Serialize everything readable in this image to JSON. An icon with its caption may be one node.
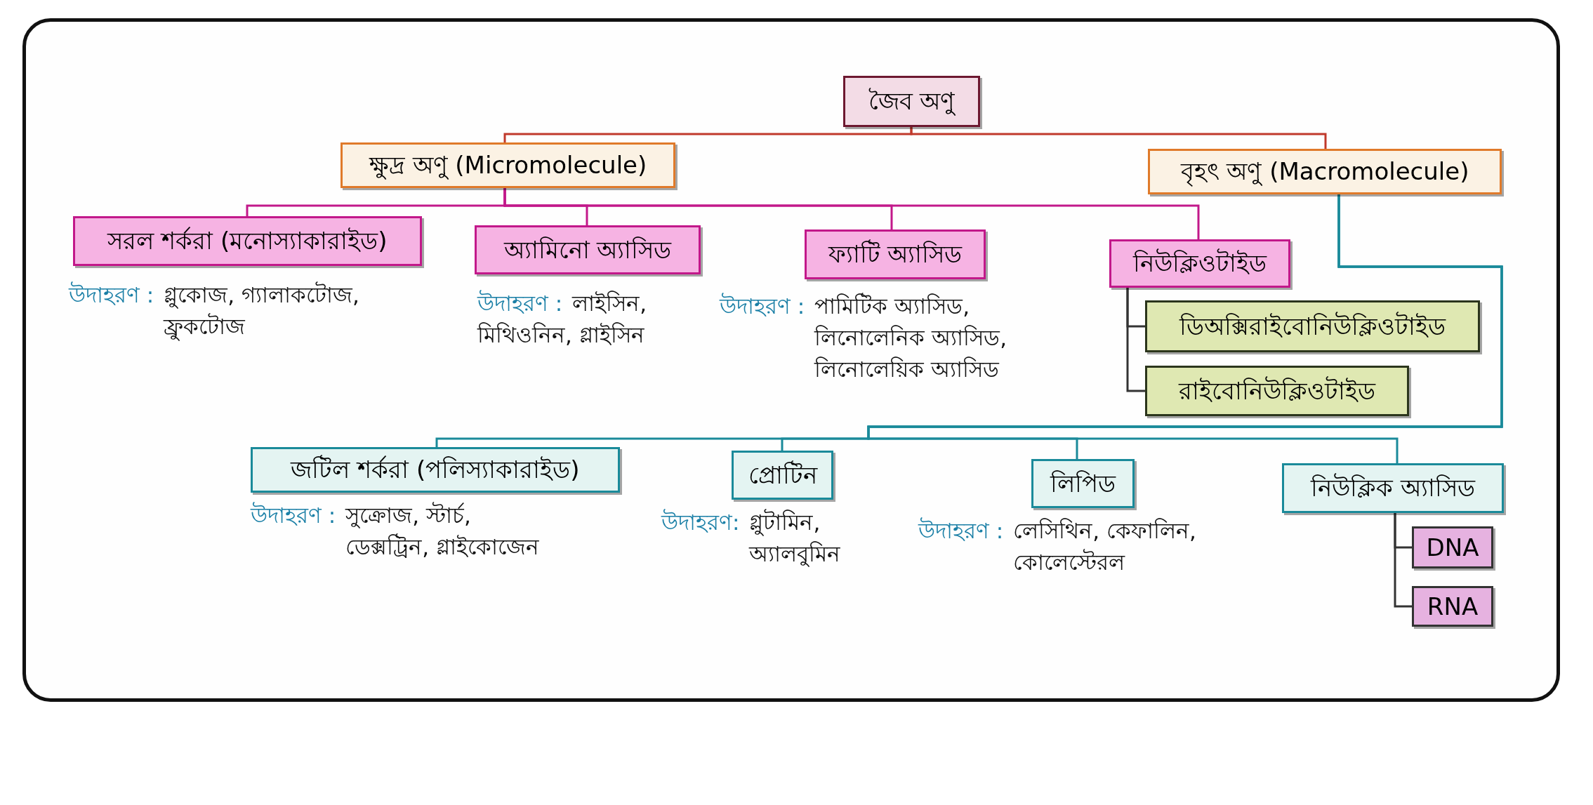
{
  "diagram": {
    "nodes": [
      {
        "text": [
          "জৈব অণু"
        ]
      },
      {
        "text": [
          "ক্ষুদ্র অণু  (Micromolecule)"
        ]
      },
      {
        "text": [
          "বৃহৎ অণু  (Macromolecule)"
        ]
      },
      {
        "text": [
          "সরল শর্করা (মনোস্যাকারাইড)"
        ],
        "beside": [
          "উদাহরণ :",
          "গ্লুকোজ, গ্যালাকটোজ, ফ্রুকটোজ"
        ]
      },
      {
        "text": [
          "অ্যামিনো অ্যাসিড"
        ],
        "beside": [
          "উদাহরণ :",
          "লাইসিন, মিথিওনিন, গ্লাইসিন"
        ]
      },
      {
        "text": [
          "ফ্যাটি অ্যাসিড"
        ],
        "beside": [
          "উদাহরণ :",
          "পামিটিক অ্যাসিড, লিনোলেনিক অ্যাসিড, লিনোলেয়িক অ্যাসিড"
        ]
      },
      {
        "text": [
          "নিউক্লিওটাইড"
        ]
      },
      {
        "text": [
          "ডিঅক্সিরাইবোনিউক্লিওটাইড"
        ]
      },
      {
        "text": [
          "রাইবোনিউক্লিওটাইড"
        ]
      },
      {
        "text": [
          "জটিল শর্করা (পলিস্যাকারাইড)"
        ],
        "beside": [
          "উদাহরণ :",
          "সুক্রোজ, স্টার্চ, ডেক্সট্রিন, গ্লাইকোজেন"
        ]
      },
      {
        "text": [
          "প্রোটিন"
        ],
        "beside": [
          "উদাহরণ:",
          "গ্লুটামিন, অ্যালবুমিন"
        ]
      },
      {
        "text": [
          "লিপিড"
        ],
        "beside": [
          "উদাহরণ :",
          "লেসিথিন, কেফালিন, কোলেস্টেরল"
        ]
      },
      {
        "text": [
          "নিউক্লিক অ্যাসিড"
        ]
      },
      {
        "text": [
          "DNA"
        ]
      },
      {
        "text": [
          "RNA"
        ]
      }
    ],
    "edges": [
      {
        "from": 0,
        "to": 1,
        "arrow": "none",
        "color": "#c0392b"
      },
      {
        "from": 0,
        "to": 2,
        "arrow": "none",
        "color": "#c0392b"
      },
      {
        "from": 1,
        "to": 3,
        "arrow": "none",
        "color": "#c2188a"
      },
      {
        "from": 1,
        "to": 4,
        "arrow": "none",
        "color": "#c2188a"
      },
      {
        "from": 1,
        "to": 5,
        "arrow": "none",
        "color": "#c2188a"
      },
      {
        "from": 1,
        "to": 6,
        "arrow": "none",
        "color": "#c2188a"
      },
      {
        "from": 6,
        "to": 7,
        "arrow": "none",
        "color": "#333333"
      },
      {
        "from": 6,
        "to": 8,
        "arrow": "none",
        "color": "#333333"
      },
      {
        "from": 2,
        "to": 9,
        "arrow": "none",
        "color": "#1a8a9a"
      },
      {
        "from": 2,
        "to": 10,
        "arrow": "none",
        "color": "#1a8a9a"
      },
      {
        "from": 2,
        "to": 11,
        "arrow": "none",
        "color": "#1a8a9a"
      },
      {
        "from": 2,
        "to": 12,
        "arrow": "none",
        "color": "#1a8a9a"
      },
      {
        "from": 12,
        "to": 13,
        "arrow": "none",
        "color": "#333333"
      },
      {
        "from": 12,
        "to": 14,
        "arrow": "none",
        "color": "#333333"
      }
    ]
  }
}
